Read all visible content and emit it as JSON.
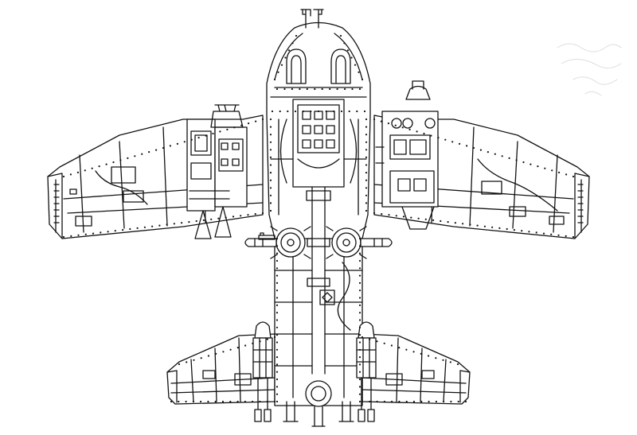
{
  "image": {
    "style": "black ink line art on white",
    "subject": "aircraft",
    "view": "underside",
    "colors": {
      "ink": "#111111",
      "paper": "#ffffff"
    }
  }
}
